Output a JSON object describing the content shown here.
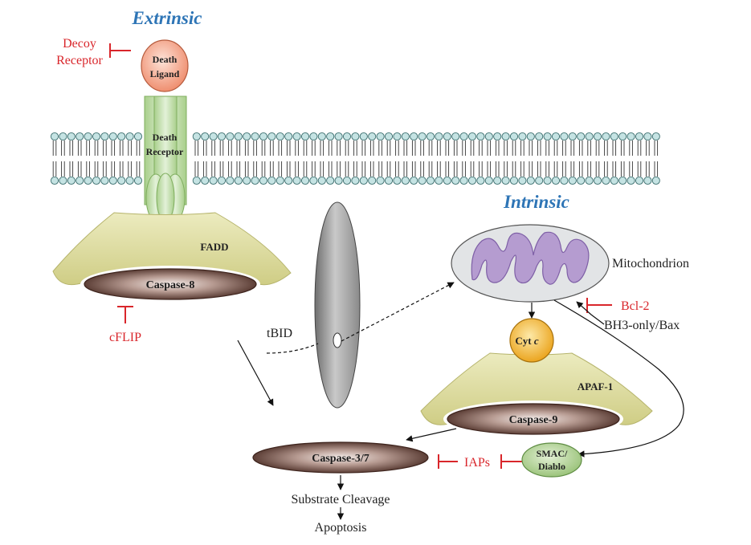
{
  "titles": {
    "extrinsic": "Extrinsic",
    "intrinsic": "Intrinsic"
  },
  "labels": {
    "decoy_line1": "Decoy",
    "decoy_line2": "Receptor",
    "death_ligand_line1": "Death",
    "death_ligand_line2": "Ligand",
    "death_receptor_line1": "Death",
    "death_receptor_line2": "Receptor",
    "fadd": "FADD",
    "caspase8": "Caspase-8",
    "cflip": "cFLIP",
    "tbid": "tBID",
    "mitochondrion": "Mitochondrion",
    "bcl2": "Bcl-2",
    "bh3_bax": "BH3-only/Bax",
    "cytc_main": "Cyt ",
    "cytc_italic": "c",
    "apaf1": "APAF-1",
    "caspase9": "Caspase-9",
    "caspase37": "Caspase-3/7",
    "iaps": "IAPs",
    "smac_line1": "SMAC/",
    "smac_line2": "Diablo",
    "substrate": "Substrate Cleavage",
    "apoptosis": "Apoptosis"
  },
  "colors": {
    "title_blue": "#2e75b6",
    "inhibitor_red": "#d9262b",
    "ligand_peach": "#f4a488",
    "receptor_green": "#c6e0b4",
    "adaptor_yellow": "#dcdba0",
    "caspase_brown": "#5b3a30",
    "mito_gray": "#e2e4e6",
    "mito_purple": "#b59cd0",
    "cytc_gold": "#f2b632",
    "smac_green": "#b7d69a",
    "membrane_teal": "#c5e3e3"
  }
}
